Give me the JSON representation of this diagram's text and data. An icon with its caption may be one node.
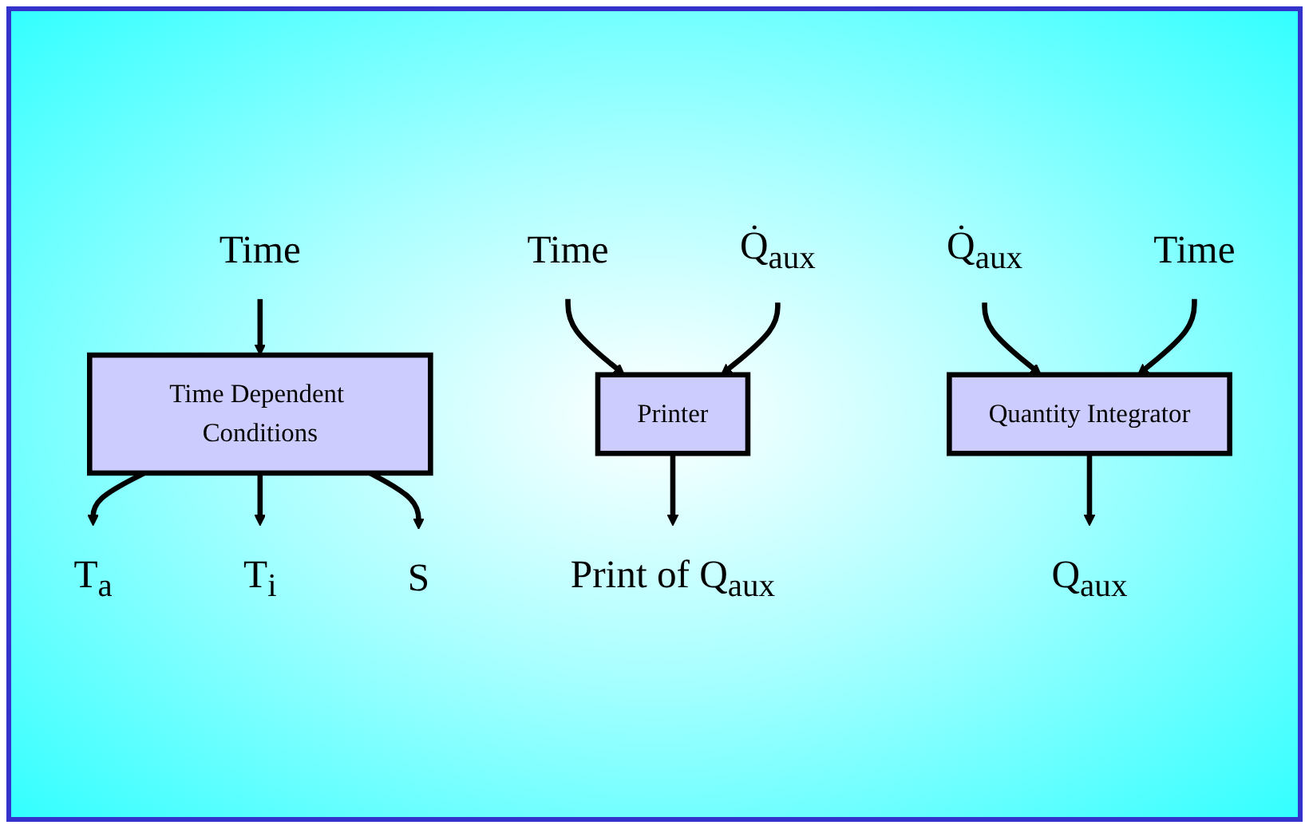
{
  "diagram": {
    "nodes": [
      {
        "text": [
          "Time"
        ]
      },
      {
        "text": [
          "Time Dependent Conditions"
        ]
      },
      {
        "text": [
          "T$_{a}$"
        ]
      },
      {
        "text": [
          "T$_{i}$"
        ]
      },
      {
        "text": [
          "S"
        ]
      },
      {
        "text": [
          "Time"
        ]
      },
      {
        "text": [
          "Q̇$_{aux}$"
        ]
      },
      {
        "text": [
          "Printer"
        ]
      },
      {
        "text": [
          "Print of Q$_{aux}$"
        ]
      },
      {
        "text": [
          "Q̇$_{aux}$"
        ]
      },
      {
        "text": [
          "Time"
        ]
      },
      {
        "text": [
          "Quantity Integrator"
        ]
      },
      {
        "text": [
          "Q$_{aux}$"
        ]
      }
    ],
    "edges": [
      {
        "from": 0,
        "to": 1,
        "arrow": "to"
      },
      {
        "from": 1,
        "to": 2,
        "arrow": "to"
      },
      {
        "from": 1,
        "to": 3,
        "arrow": "to"
      },
      {
        "from": 1,
        "to": 4,
        "arrow": "to"
      },
      {
        "from": 5,
        "to": 7,
        "arrow": "to"
      },
      {
        "from": 6,
        "to": 7,
        "arrow": "to"
      },
      {
        "from": 7,
        "to": 8,
        "arrow": "to"
      },
      {
        "from": 9,
        "to": 11,
        "arrow": "to"
      },
      {
        "from": 10,
        "to": 11,
        "arrow": "to"
      },
      {
        "from": 11,
        "to": 12,
        "arrow": "to"
      }
    ]
  }
}
